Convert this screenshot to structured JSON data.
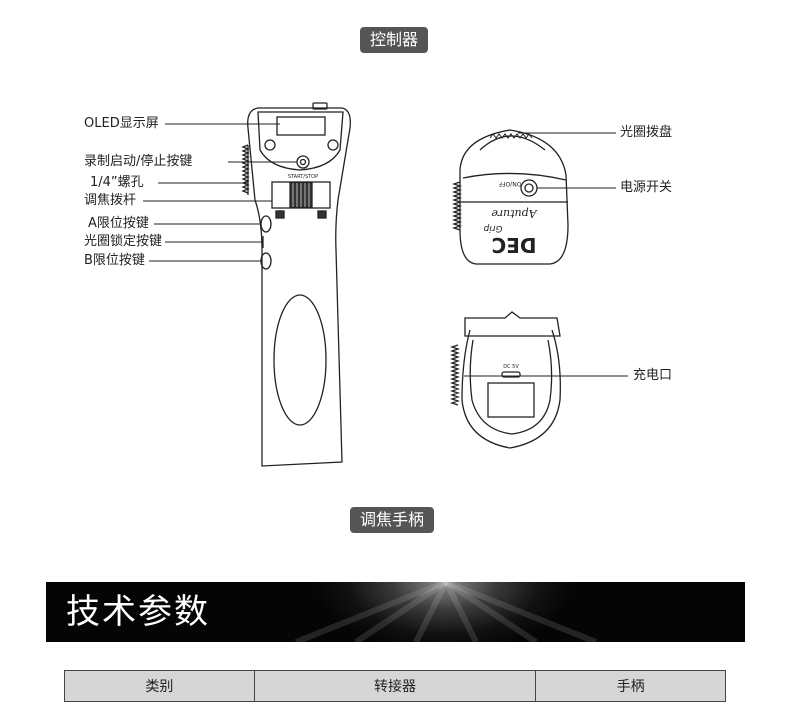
{
  "sections": {
    "controller_title": "控制器",
    "handle_title": "调焦手柄"
  },
  "handle_labels": [
    "OLED显示屏",
    "录制启动/停止按键",
    "1/4”螺孔",
    "调焦拨杆",
    "A限位按键",
    "光圈锁定按键",
    "B限位按键"
  ],
  "device_markings": {
    "start_stop": "START/STOP",
    "on_off": "ON/OFF",
    "dc_5v": "DC 5V",
    "brand": "Aputure",
    "model": "DEC",
    "model_sub": "Grip"
  },
  "top_view_labels": {
    "aperture_dial": "光圈拨盘",
    "power_switch": "电源开关"
  },
  "bottom_view_labels": {
    "charge_port": "充电口"
  },
  "banner": {
    "title": "技术参数"
  },
  "spec_table": {
    "headers": [
      "类别",
      "转接器",
      "手柄"
    ]
  },
  "colors": {
    "pill_bg": "#555555",
    "banner_bg": "#111111",
    "table_header_bg": "#d6d6d6"
  }
}
